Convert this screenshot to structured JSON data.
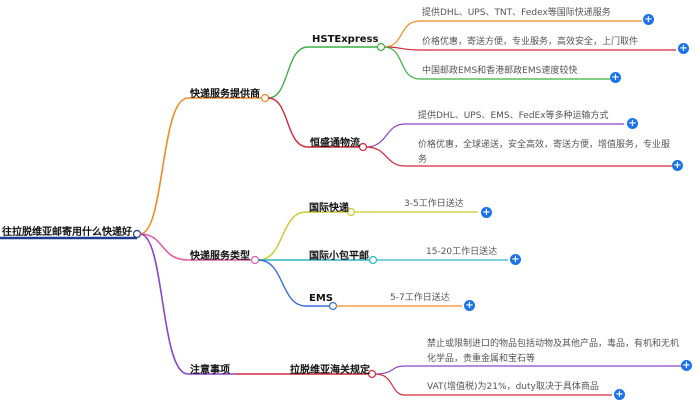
{
  "root": "往拉脱维亚邮寄用什么快递好",
  "branches": [
    {
      "label": "快递服务提供商",
      "color": "#f28b24",
      "children": [
        {
          "label": "HSTExpress",
          "color": "#3cb043",
          "leaves": [
            "提供DHL、UPS、TNT、Fedex等国际快递服务",
            "价格优惠，寄送方便，专业服务，高效安全，上门取件",
            "中国邮政EMS和香港邮政EMS速度较快"
          ]
        },
        {
          "label": "恒盛通物流",
          "color": "#d1293a",
          "leaves": [
            "提供DHL、UPS、EMS、FedEx等多种运输方式",
            "价格优惠，全球递送，安全高效，寄送方便，增值服务，专业服务"
          ]
        }
      ]
    },
    {
      "label": "快递服务类型",
      "color": "#e35ba8",
      "children": [
        {
          "label": "国际快递",
          "color": "#c9c92e",
          "leaves": [
            "3-5工作日送达"
          ]
        },
        {
          "label": "国际小包平邮",
          "color": "#2bb5c9",
          "leaves": [
            "15-20工作日送达"
          ]
        },
        {
          "label": "EMS",
          "color": "#3a6fd8",
          "leaves": [
            "5-7工作日送达"
          ]
        }
      ]
    },
    {
      "label": "注意事项",
      "color": "#8e44c9",
      "children": [
        {
          "label": "拉脱维亚海关规定",
          "color": "#d1293a",
          "leaves": [
            "禁止或限制进口的物品包括动物及其他产品，毒品，有机和无机化学品，贵重金属和宝石等",
            "VAT(增值税)为21%，duty取决于具体商品"
          ]
        }
      ]
    }
  ]
}
